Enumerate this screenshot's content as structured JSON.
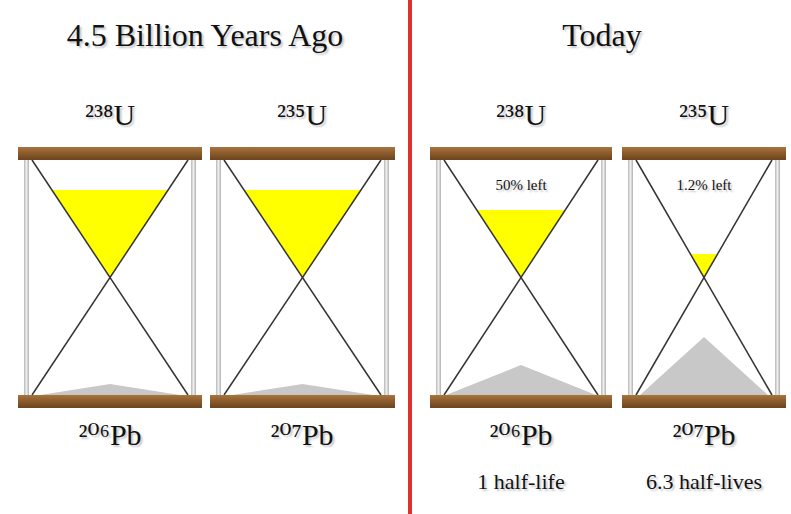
{
  "diagram": {
    "labels": [
      "4.5 Billion Years Ago",
      "Today",
      "²³⁸U",
      "²³⁵U",
      "²³⁸U",
      "²³⁵U",
      "50% left",
      "1.2% left",
      "²⁰⁶Pb",
      "²⁰⁷Pb",
      "²⁰⁶Pb",
      "²⁰⁷Pb",
      "1 half-life",
      "6.3 half-lives"
    ]
  }
}
